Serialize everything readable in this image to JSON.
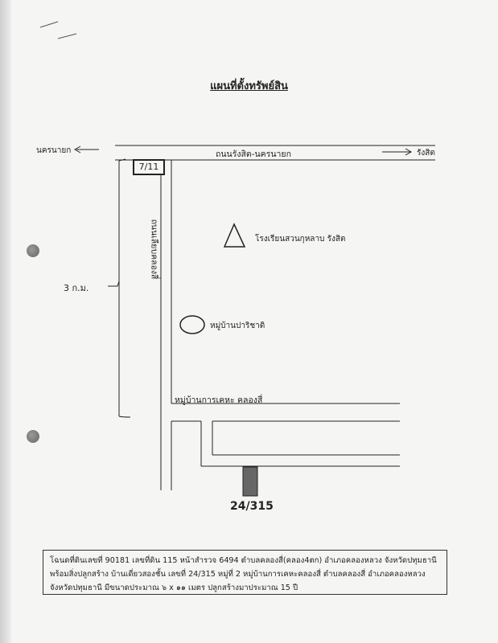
{
  "title": "แผนที่ตั้งทรัพย์สิน",
  "labels": {
    "west": "นครนายก",
    "east": "รังสิต",
    "main_road": "ถนนรังสิต-นครนายก",
    "side_road": "ถนนเลียบคลองสี่",
    "shop": "7/11",
    "school": "โรงเรียนสวนกุหลาบ รังสิต",
    "village1": "หมู่บ้านปาริชาติ",
    "village2": "หมู่บ้านการเคหะ คลองสี่",
    "distance": "3 ก.ม.",
    "plot": "24/315"
  },
  "info": {
    "line1": "โฉนดที่ดินเลขที่ 90181 เลขที่ดิน 115 หน้าสำรวจ 6494 ตำบลคลองสี่(คลอง4ตก) อำเภอคลองหลวง จังหวัดปทุมธานี",
    "line2": "พร้อมสิ่งปลูกสร้าง บ้านเดี่ยวสองชั้น เลขที่ 24/315 หมู่ที่ 2 หมู่บ้านการเคหะคลองสี่ ตำบลคลองสี่ อำเภอคลองหลวง",
    "line3": "จังหวัดปทุมธานี มีขนาดประมาณ ๖ x ๑๑ เมตร ปลูกสร้างมาประมาณ 15 ปี"
  },
  "colors": {
    "plot_fill": "#666666",
    "line": "#222222"
  }
}
